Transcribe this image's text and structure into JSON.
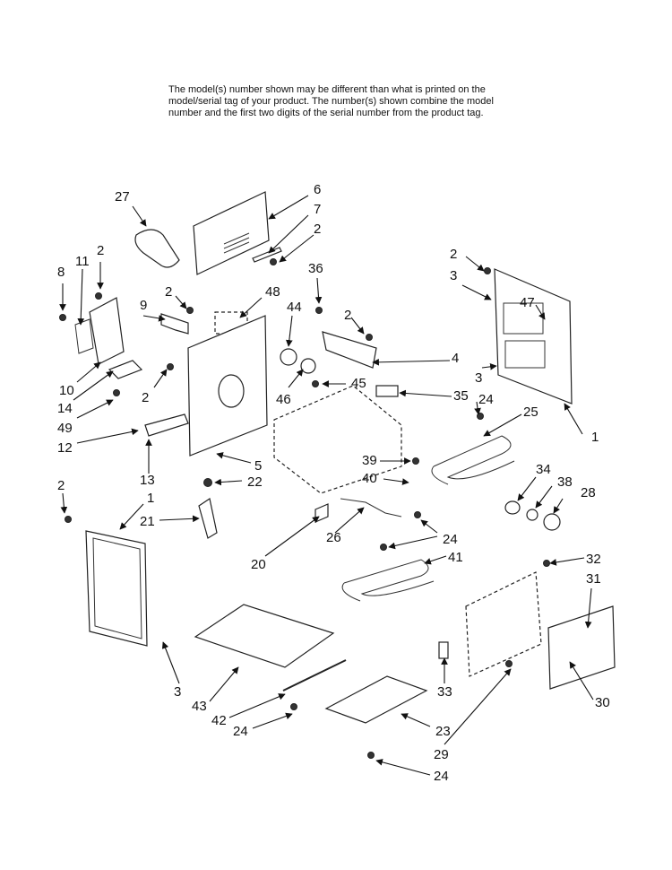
{
  "note": {
    "lines": [
      "The model(s) number shown may be different than what is printed on the",
      "model/serial tag of your product. The number(s) shown combine the model",
      "number and the first two digits of the serial number from the product tag."
    ]
  },
  "callouts": [
    {
      "id": "c27",
      "text": "27"
    },
    {
      "id": "c6",
      "text": "6"
    },
    {
      "id": "c7",
      "text": "7"
    },
    {
      "id": "c2a",
      "text": "2"
    },
    {
      "id": "c8",
      "text": "8"
    },
    {
      "id": "c11",
      "text": "11"
    },
    {
      "id": "c2b",
      "text": "2"
    },
    {
      "id": "c36",
      "text": "36"
    },
    {
      "id": "c2c",
      "text": "2"
    },
    {
      "id": "c3a",
      "text": "3"
    },
    {
      "id": "c47",
      "text": "47"
    },
    {
      "id": "c9",
      "text": "9"
    },
    {
      "id": "c2d",
      "text": "2"
    },
    {
      "id": "c48",
      "text": "48"
    },
    {
      "id": "c44",
      "text": "44"
    },
    {
      "id": "c2e",
      "text": "2"
    },
    {
      "id": "c4",
      "text": "4"
    },
    {
      "id": "c10",
      "text": "10"
    },
    {
      "id": "c2f",
      "text": "2"
    },
    {
      "id": "c45",
      "text": "45"
    },
    {
      "id": "c3b",
      "text": "3"
    },
    {
      "id": "c46",
      "text": "46"
    },
    {
      "id": "c35",
      "text": "35"
    },
    {
      "id": "c14",
      "text": "14"
    },
    {
      "id": "c49",
      "text": "49"
    },
    {
      "id": "c24a",
      "text": "24"
    },
    {
      "id": "c25",
      "text": "25"
    },
    {
      "id": "c1a",
      "text": "1"
    },
    {
      "id": "c12",
      "text": "12"
    },
    {
      "id": "c5",
      "text": "5"
    },
    {
      "id": "c13",
      "text": "13"
    },
    {
      "id": "c39",
      "text": "39"
    },
    {
      "id": "c34",
      "text": "34"
    },
    {
      "id": "c22",
      "text": "22"
    },
    {
      "id": "c40",
      "text": "40"
    },
    {
      "id": "c38",
      "text": "38"
    },
    {
      "id": "c28",
      "text": "28"
    },
    {
      "id": "c2g",
      "text": "2"
    },
    {
      "id": "c1b",
      "text": "1"
    },
    {
      "id": "c21",
      "text": "21"
    },
    {
      "id": "c26",
      "text": "26"
    },
    {
      "id": "c24b",
      "text": "24"
    },
    {
      "id": "c20",
      "text": "20"
    },
    {
      "id": "c41",
      "text": "41"
    },
    {
      "id": "c32",
      "text": "32"
    },
    {
      "id": "c31",
      "text": "31"
    },
    {
      "id": "c3c",
      "text": "3"
    },
    {
      "id": "c43",
      "text": "43"
    },
    {
      "id": "c33",
      "text": "33"
    },
    {
      "id": "c30",
      "text": "30"
    },
    {
      "id": "c42",
      "text": "42"
    },
    {
      "id": "c23",
      "text": "23"
    },
    {
      "id": "c24c",
      "text": "24"
    },
    {
      "id": "c29",
      "text": "29"
    },
    {
      "id": "c24d",
      "text": "24"
    }
  ]
}
